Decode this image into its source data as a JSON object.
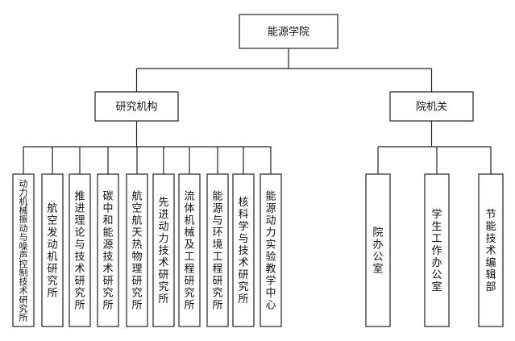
{
  "root": {
    "label": "能源学院"
  },
  "branches": [
    {
      "label": "研究机构",
      "children": [
        "动力机械振动与噪声控制技术研究所",
        "航空发动机研究所",
        "推进理论与技术研究所",
        "碳中和能源技术研究所",
        "航空航天热物理研究所",
        "先进动力技术研究所",
        "流体机械及工程研究所",
        "能源与环境工程研究所",
        "核科学与技术研究所",
        "能源动力实验教学中心"
      ]
    },
    {
      "label": "院机关",
      "children": [
        "院办公室",
        "学生工作办公室",
        "节能技术编辑部"
      ]
    }
  ]
}
